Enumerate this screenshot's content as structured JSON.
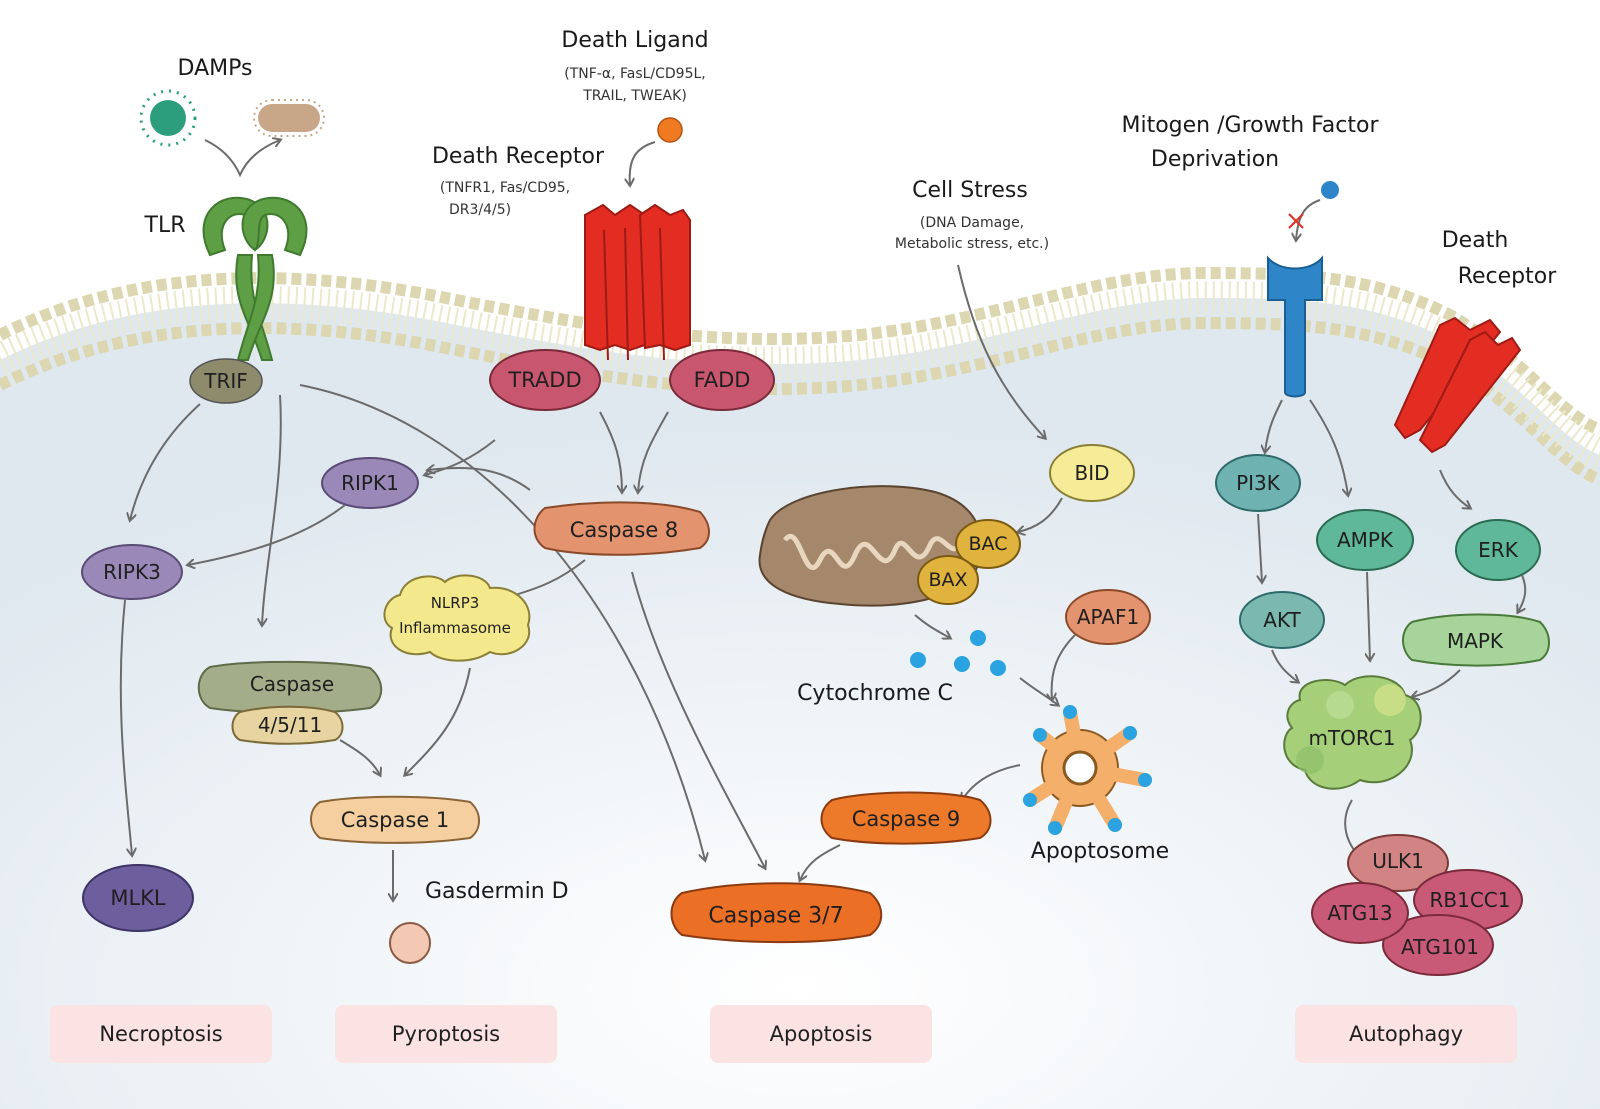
{
  "inputs": {
    "damps": "DAMPs",
    "death_ligand": "Death Ligand",
    "death_ligand_examples_1": "(TNF-α, FasL/CD95L,",
    "death_ligand_examples_2": "TRAIL, TWEAK)",
    "death_receptor": "Death Receptor",
    "death_receptor_examples_1": "(TNFR1, Fas/CD95,",
    "death_receptor_examples_2": "DR3/4/5)",
    "cell_stress": "Cell Stress",
    "cell_stress_examples_1": "(DNA Damage,",
    "cell_stress_examples_2": "Metabolic stress, etc.)",
    "mitogen_1": "Mitogen /Growth Factor",
    "mitogen_2": "Deprivation",
    "death_receptor_right_1": "Death",
    "death_receptor_right_2": "Receptor",
    "tlr": "TLR"
  },
  "nodes": {
    "trif": "TRIF",
    "tradd": "TRADD",
    "fadd": "FADD",
    "ripk1": "RIPK1",
    "ripk3": "RIPK3",
    "mlkl": "MLKL",
    "caspase8": "Caspase 8",
    "nlrp3_1": "NLRP3",
    "nlrp3_2": "Inflammasome",
    "caspase4511_1": "Caspase",
    "caspase4511_2": "4/5/11",
    "caspase1": "Caspase 1",
    "gasdermin": "Gasdermin D",
    "caspase37": "Caspase 3/7",
    "caspase9": "Caspase 9",
    "bid": "BID",
    "bac": "BAC",
    "bax": "BAX",
    "apaf1": "APAF1",
    "cytochrome_c": "Cytochrome C",
    "apoptosome": "Apoptosome",
    "pi3k": "PI3K",
    "akt": "AKT",
    "ampk": "AMPK",
    "erk": "ERK",
    "mapk": "MAPK",
    "mtorc1": "mTORC1",
    "ulk1": "ULK1",
    "rb1cc1": "RB1CC1",
    "atg13": "ATG13",
    "atg101": "ATG101"
  },
  "pathways": [
    "Necroptosis",
    "Pyroptosis",
    "Apoptosis",
    "Autophagy"
  ],
  "colors": {
    "membrane_head": "#dcd7b0",
    "cytoplasm": "#e6edf3",
    "tlr": "#5e9e45",
    "death_receptor": "#e32c22",
    "growth_receptor": "#2e86c8",
    "pathway_box": "#fbe3e3"
  }
}
